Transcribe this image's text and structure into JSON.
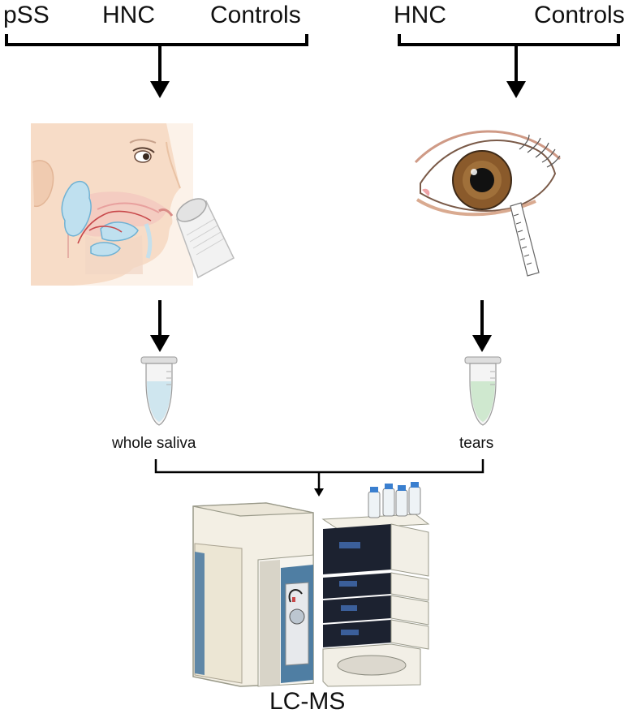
{
  "left_groups": {
    "pss": "pSS",
    "hnc": "HNC",
    "controls": "Controls"
  },
  "right_groups": {
    "hnc": "HNC",
    "controls": "Controls"
  },
  "samples": {
    "saliva": "whole saliva",
    "tears": "tears"
  },
  "instrument": {
    "label": "LC-MS"
  },
  "colors": {
    "saliva_fluid": "#cfe6ef",
    "tear_fluid": "#cfe8cf",
    "arrow": "#000000"
  }
}
